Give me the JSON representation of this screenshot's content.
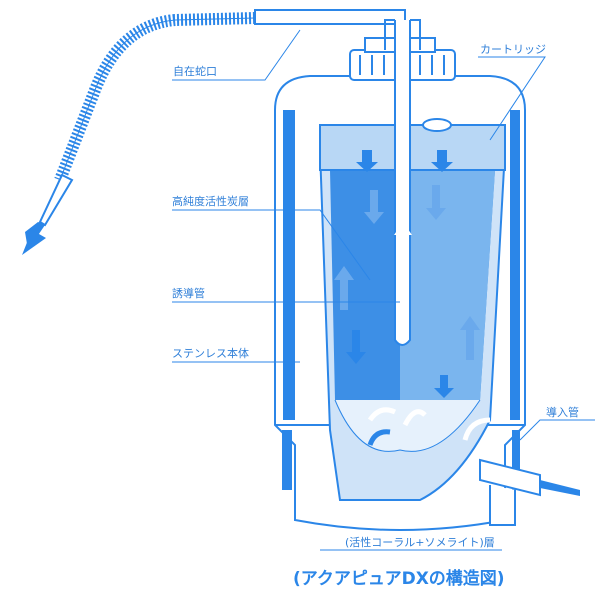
{
  "colors": {
    "primary": "#2b86e8",
    "light": "#d6e9fb",
    "fill": "#3d8fe6"
  },
  "labels": {
    "faucet": "自在蛇口",
    "carbon": "高純度活性炭層",
    "guide_tube": "誘導管",
    "body": "ステンレス本体",
    "cartridge": "カートリッジ",
    "inlet": "導入管",
    "coral": "(活性コーラル+ソメライト)層"
  },
  "title": "(アクアピュアDXの構造図)"
}
